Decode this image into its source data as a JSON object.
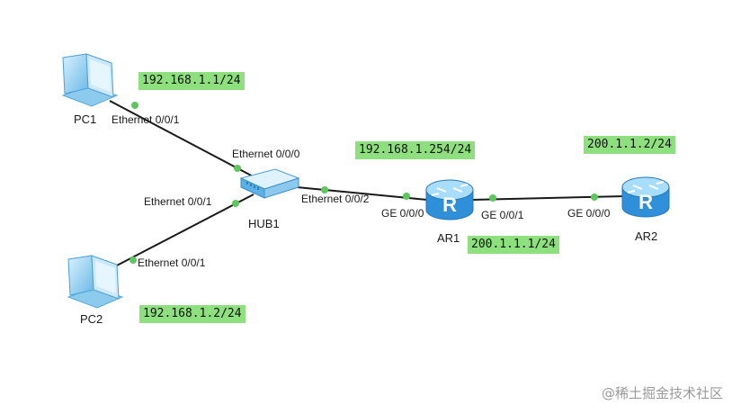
{
  "devices": {
    "pc1": "PC1",
    "pc2": "PC2",
    "hub1": "HUB1",
    "ar1": "AR1",
    "ar2": "AR2"
  },
  "ports": {
    "pc1_port": "Ethernet 0/0/1",
    "hub_pc1_port": "Ethernet 0/0/0",
    "hub_pc2_port": "Ethernet 0/0/1",
    "pc2_port": "Ethernet 0/0/1",
    "hub_ar1_port": "Ethernet 0/0/2",
    "ar1_hub_port": "GE 0/0/0",
    "ar1_ar2_port": "GE 0/0/1",
    "ar2_port": "GE 0/0/0"
  },
  "addresses": {
    "pc1_ip": "192.168.1.1/24",
    "pc2_ip": "192.168.1.2/24",
    "ar1_lan_ip": "192.168.1.254/24",
    "ar1_wan_ip": "200.1.1.1/24",
    "ar2_ip": "200.1.1.2/24"
  },
  "watermark": "@稀土掘金技术社区",
  "colors": {
    "link": "#1a1a1a",
    "port_dot": "#5cc75c",
    "ip_label_bg": "#8ee07f",
    "router": "#4aa8e8",
    "pc": "#6bbde8"
  }
}
